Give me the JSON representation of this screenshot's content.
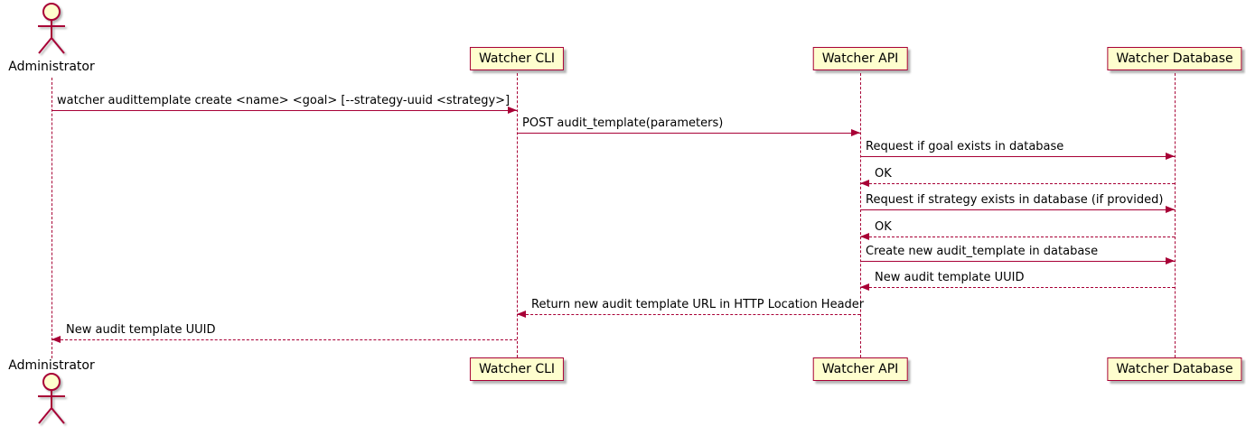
{
  "diagram": {
    "type": "uml-sequence",
    "colors": {
      "border": "#A80036",
      "fill": "#FEFECE",
      "arrow": "#A80036",
      "text": "#000000"
    },
    "actor": {
      "name": "Administrator"
    },
    "participants": [
      {
        "label": "Watcher CLI"
      },
      {
        "label": "Watcher API"
      },
      {
        "label": "Watcher Database"
      }
    ],
    "messages": [
      {
        "from": "Administrator",
        "to": "Watcher CLI",
        "style": "solid",
        "label": "watcher audittemplate create <name> <goal> [--strategy-uuid <strategy>]"
      },
      {
        "from": "Watcher CLI",
        "to": "Watcher API",
        "style": "solid",
        "label": "POST audit_template(parameters)"
      },
      {
        "from": "Watcher API",
        "to": "Watcher Database",
        "style": "solid",
        "label": "Request if goal exists in database"
      },
      {
        "from": "Watcher Database",
        "to": "Watcher API",
        "style": "dashed",
        "label": "OK"
      },
      {
        "from": "Watcher API",
        "to": "Watcher Database",
        "style": "solid",
        "label": "Request if strategy exists in database (if provided)"
      },
      {
        "from": "Watcher Database",
        "to": "Watcher API",
        "style": "dashed",
        "label": "OK"
      },
      {
        "from": "Watcher API",
        "to": "Watcher Database",
        "style": "solid",
        "label": "Create new audit_template in database"
      },
      {
        "from": "Watcher Database",
        "to": "Watcher API",
        "style": "dashed",
        "label": "New audit template UUID"
      },
      {
        "from": "Watcher API",
        "to": "Watcher CLI",
        "style": "dashed",
        "label": "Return new audit template URL in HTTP Location Header"
      },
      {
        "from": "Watcher CLI",
        "to": "Administrator",
        "style": "dashed",
        "label": "New audit template UUID"
      }
    ]
  }
}
